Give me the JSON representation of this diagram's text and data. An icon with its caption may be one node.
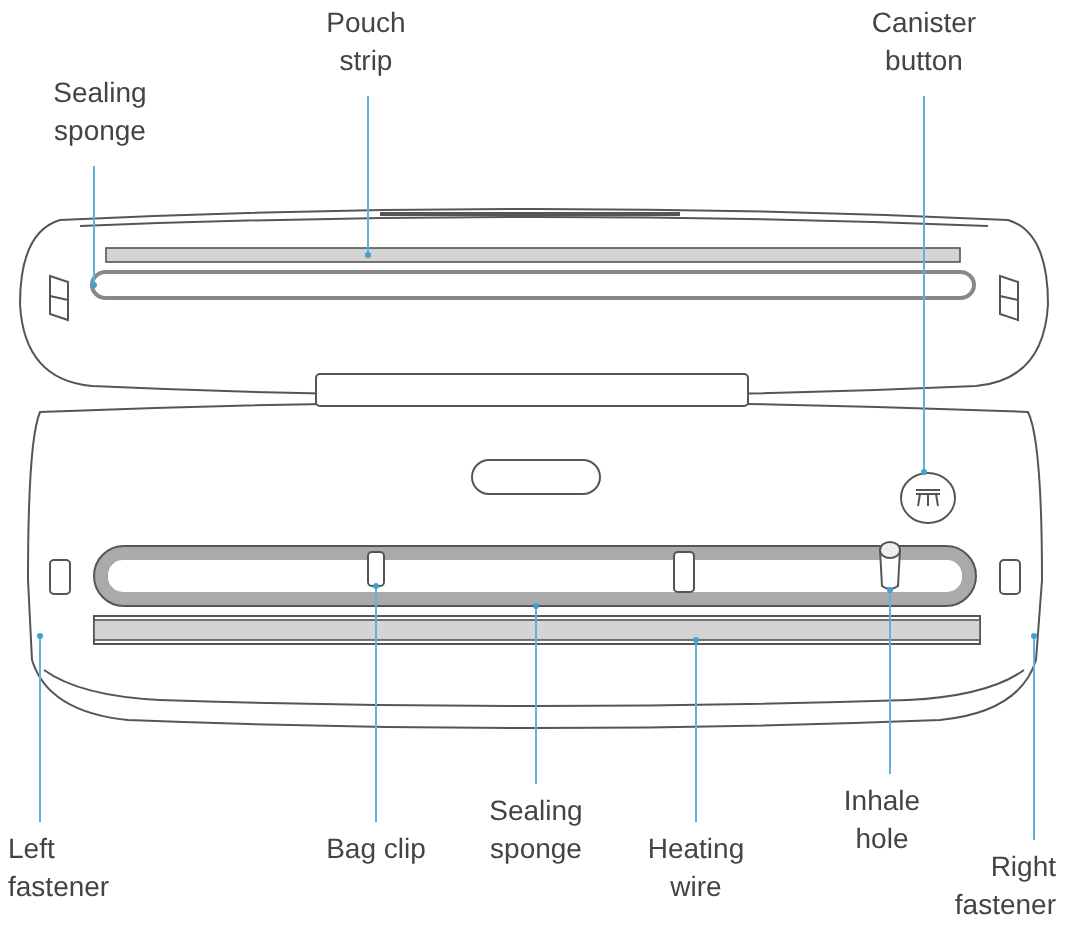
{
  "diagram": {
    "nodes": [
      {
        "text": [
          "Pouch strip"
        ]
      },
      {
        "text": [
          "Canister button"
        ]
      },
      {
        "text": [
          "Sealing sponge"
        ]
      },
      {
        "text": [
          "Left fastener"
        ]
      },
      {
        "text": [
          "Bag clip"
        ]
      },
      {
        "text": [
          "Sealing sponge"
        ]
      },
      {
        "text": [
          "Heating wire"
        ]
      },
      {
        "text": [
          "Inhale hole"
        ]
      },
      {
        "text": [
          "Right fastener"
        ]
      },
      {
        "text": [],
        "shape": "bar"
      },
      {
        "text": [],
        "shape": "bar"
      },
      {
        "text": [],
        "shape": "circle"
      },
      {
        "text": [],
        "shape": "bar"
      },
      {
        "text": [],
        "shape": "box",
        "in": 12
      },
      {
        "text": [],
        "shape": "circle",
        "in": 12
      },
      {
        "text": [],
        "shape": "bar"
      }
    ],
    "edges": [
      {
        "from": 0,
        "to": 9,
        "arrow": "other"
      },
      {
        "from": 1,
        "to": 11,
        "arrow": "other"
      },
      {
        "from": 2,
        "to": 10,
        "arrow": "other"
      },
      {
        "from": 3,
        "to": null,
        "arrow": "other"
      },
      {
        "from": 4,
        "to": 13,
        "arrow": "other"
      },
      {
        "from": 5,
        "to": 12,
        "arrow": "other"
      },
      {
        "from": 6,
        "to": 15,
        "arrow": "other"
      },
      {
        "from": 7,
        "to": 14,
        "arrow": "other"
      },
      {
        "from": 8,
        "to": null,
        "arrow": "other"
      }
    ]
  }
}
